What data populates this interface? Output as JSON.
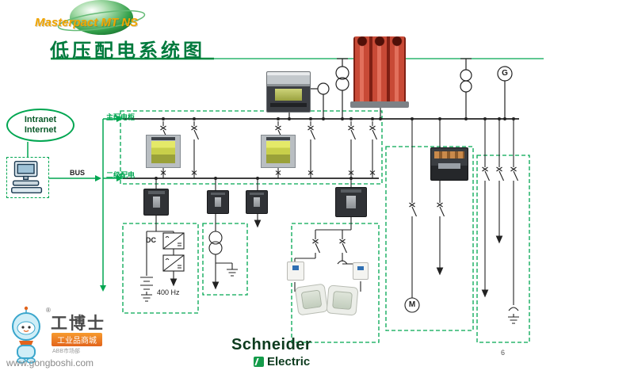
{
  "header": {
    "brand": "Masterpact MT NS",
    "title": "低压配电系统图"
  },
  "network": {
    "cloud_line1": "Intranet",
    "cloud_line2": "Internet",
    "bus_label": "BUS"
  },
  "diagram": {
    "main_panel_label": "主配电柜",
    "secondary_panel_label": "二级配电",
    "dc_label": "DC",
    "freq_label": "400 Hz",
    "generator_label": "G",
    "motor_label": "M"
  },
  "footer": {
    "logo_line1": "Schneider",
    "logo_line2": "Electric",
    "page_number": "6"
  },
  "watermark": {
    "registered_mark": "®",
    "company": "工博士",
    "banner": "工业品商城",
    "note": "ABB市场部",
    "url": "www.gongboshi.com"
  },
  "colors": {
    "accent_green": "#00a651",
    "title_green": "#007a3d",
    "brand_orange": "#f0a500",
    "line_black": "#222222"
  }
}
